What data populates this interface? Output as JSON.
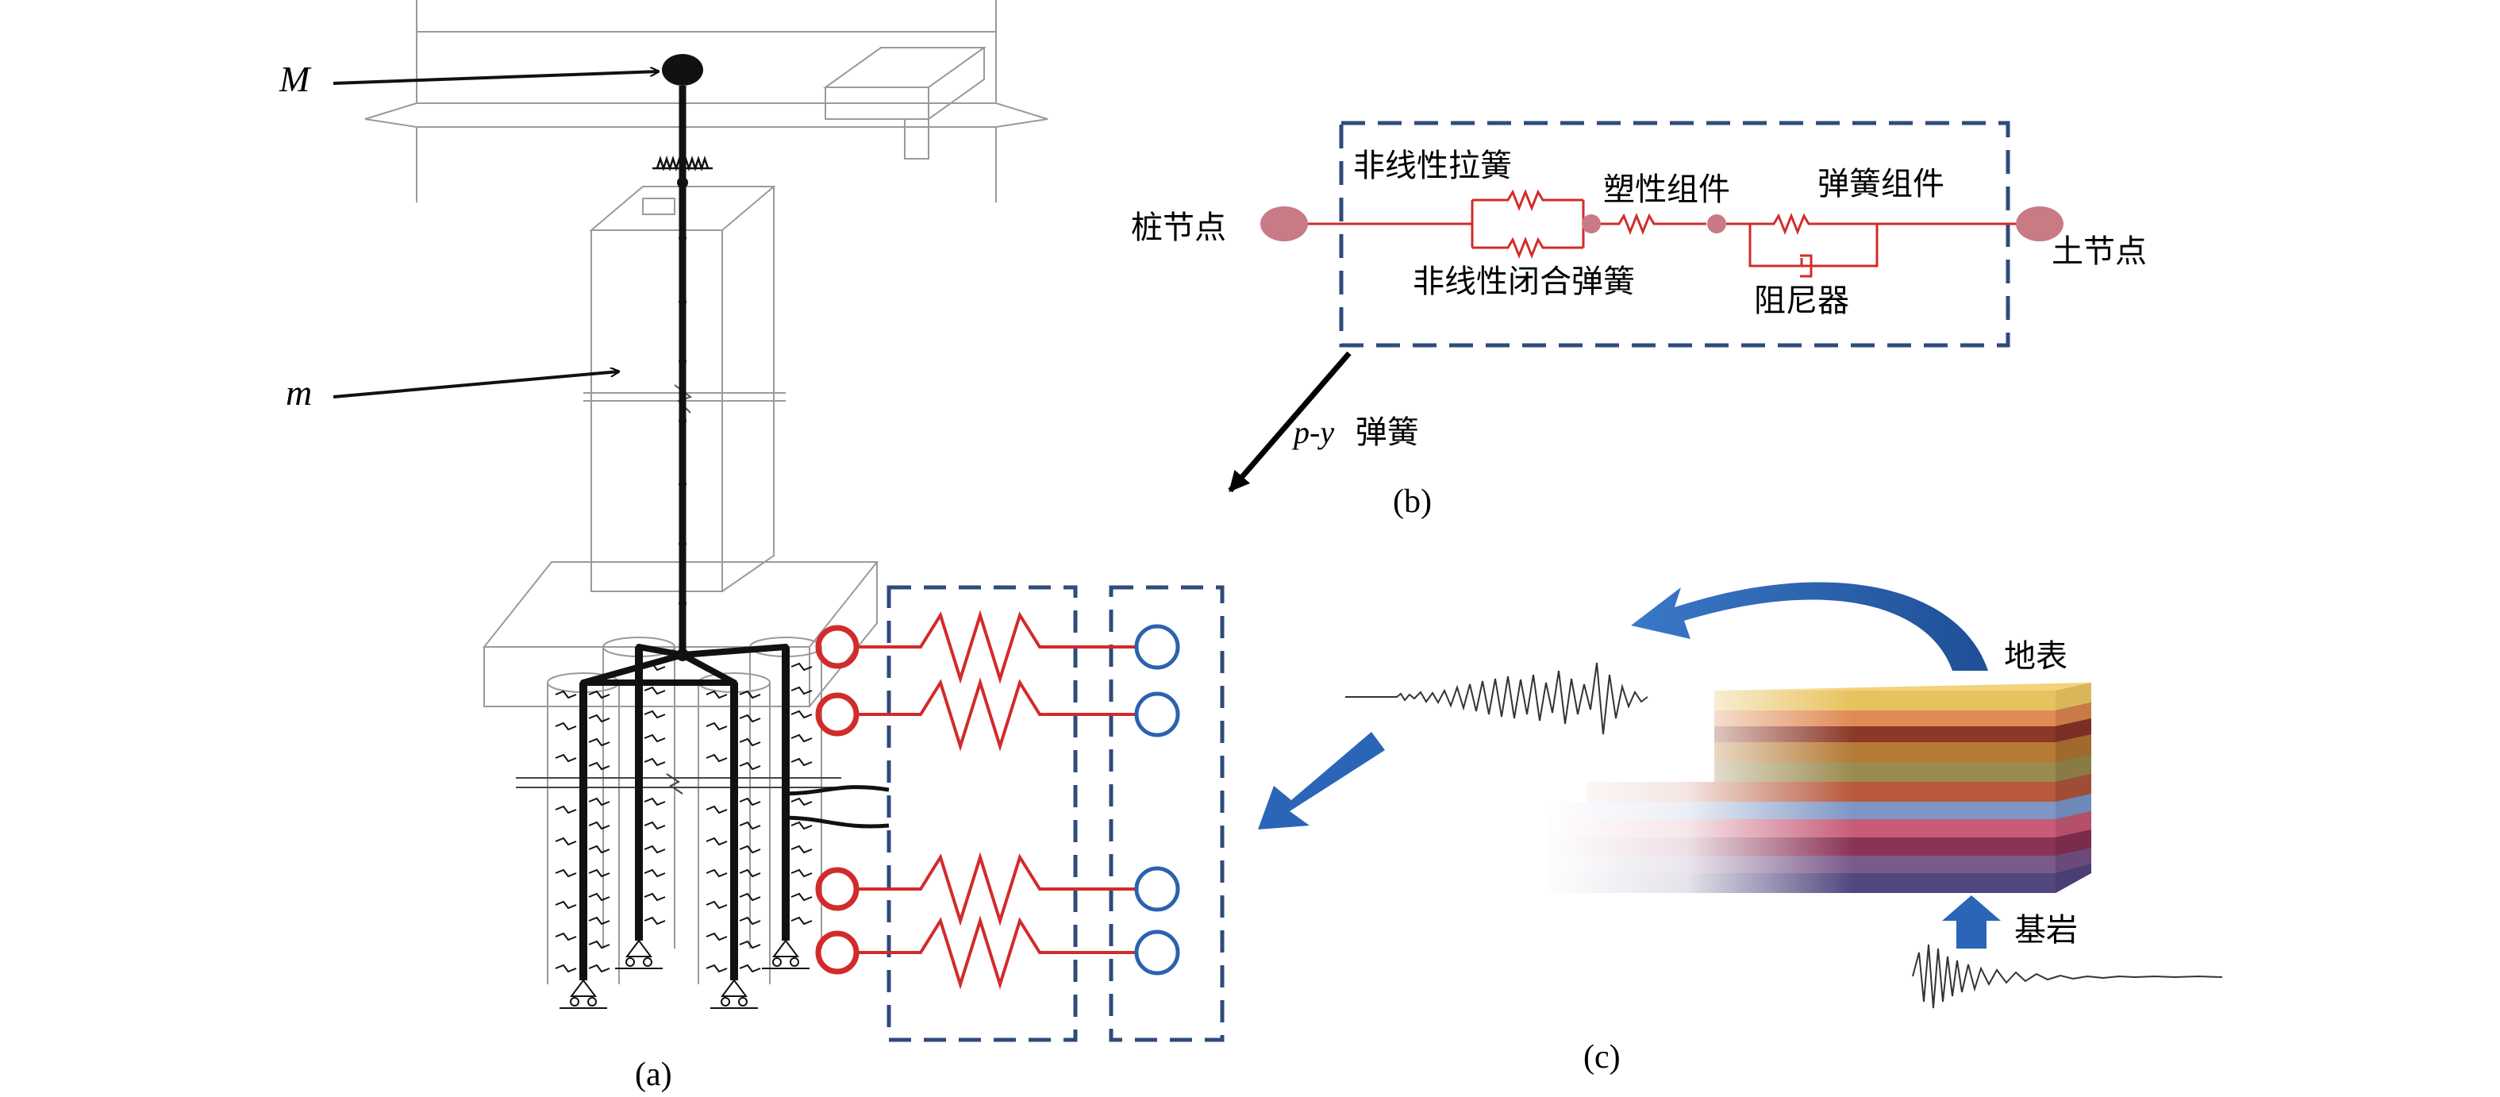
{
  "panel_a": {
    "label_M": "M",
    "label_m": "m",
    "caption": "(a)"
  },
  "panel_b": {
    "nonlinear_drag_spring": "非线性拉簧",
    "plastic_component": "塑性组件",
    "spring_component": "弹簧组件",
    "pile_node": "桩节点",
    "soil_node": "土节点",
    "nonlinear_closure_spring": "非线性闭合弹簧",
    "damper": "阻尼器",
    "py_prefix": "p-y",
    "py_suffix": "弹簧",
    "caption": "(b)"
  },
  "panel_c": {
    "ground_surface": "地表",
    "bedrock": "基岩",
    "caption": "(c)"
  },
  "colors": {
    "spring_red": "#d22b2b",
    "node_pink": "#c97b85",
    "dash_blue": "#2f4b7c",
    "soil_node_blue": "#2a62b0",
    "arrow_blue": "#2a65b8",
    "structure_gray": "#9a9a9a"
  }
}
